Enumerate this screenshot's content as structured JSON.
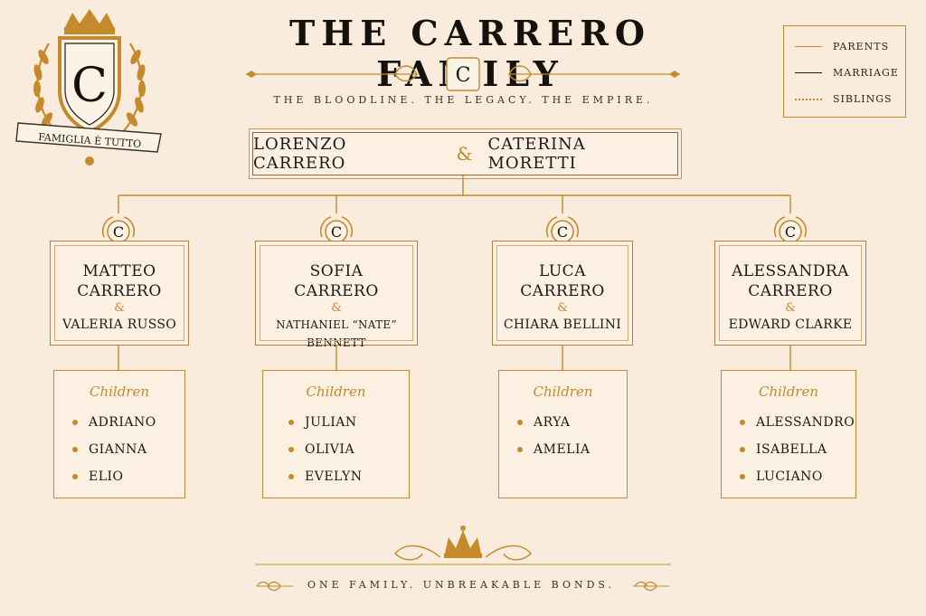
{
  "title": "THE CARRERO FAMILY",
  "tagline": "THE BLOODLINE. THE LEGACY. THE EMPIRE.",
  "monogram": "C",
  "crest_ribbon": "FAMIGLIA È TUTTO",
  "legend": {
    "items": [
      {
        "label": "PARENTS",
        "style": "solid",
        "color": "#c58a2c"
      },
      {
        "label": "MARRIAGE",
        "style": "solid",
        "color": "#1f1a16"
      },
      {
        "label": "SIBLINGS",
        "style": "dotted",
        "color": "#c58a2c"
      }
    ]
  },
  "root": {
    "left": "LORENZO CARRERO",
    "amp": "&",
    "right": "CATERINA MORETTI"
  },
  "children_heading": "Children",
  "branches": [
    {
      "line1": "MATTEO",
      "line2": "CARRERO",
      "amp": "&",
      "spouse": "VALERIA RUSSO",
      "children": [
        "ADRIANO",
        "GIANNA",
        "ELIO"
      ]
    },
    {
      "line1": "SOFIA",
      "line2": "CARRERO",
      "amp": "&",
      "spouse": "NATHANIEL “NATE” BENNETT",
      "children": [
        "JULIAN",
        "OLIVIA",
        "EVELYN"
      ]
    },
    {
      "line1": "LUCA",
      "line2": "CARRERO",
      "amp": "&",
      "spouse": "CHIARA BELLINI",
      "children": [
        "ARYA",
        "AMELIA"
      ]
    },
    {
      "line1": "ALESSANDRA",
      "line2": "CARRERO",
      "amp": "&",
      "spouse": "EDWARD CLARKE",
      "children": [
        "ALESSANDRO",
        "ISABELLA",
        "LUCIANO"
      ]
    }
  ],
  "footer": "ONE FAMILY. UNBREAKABLE BONDS.",
  "colors": {
    "gold": "#c58a2c",
    "background": "#f9ecdc",
    "ink": "#1f1a16"
  }
}
